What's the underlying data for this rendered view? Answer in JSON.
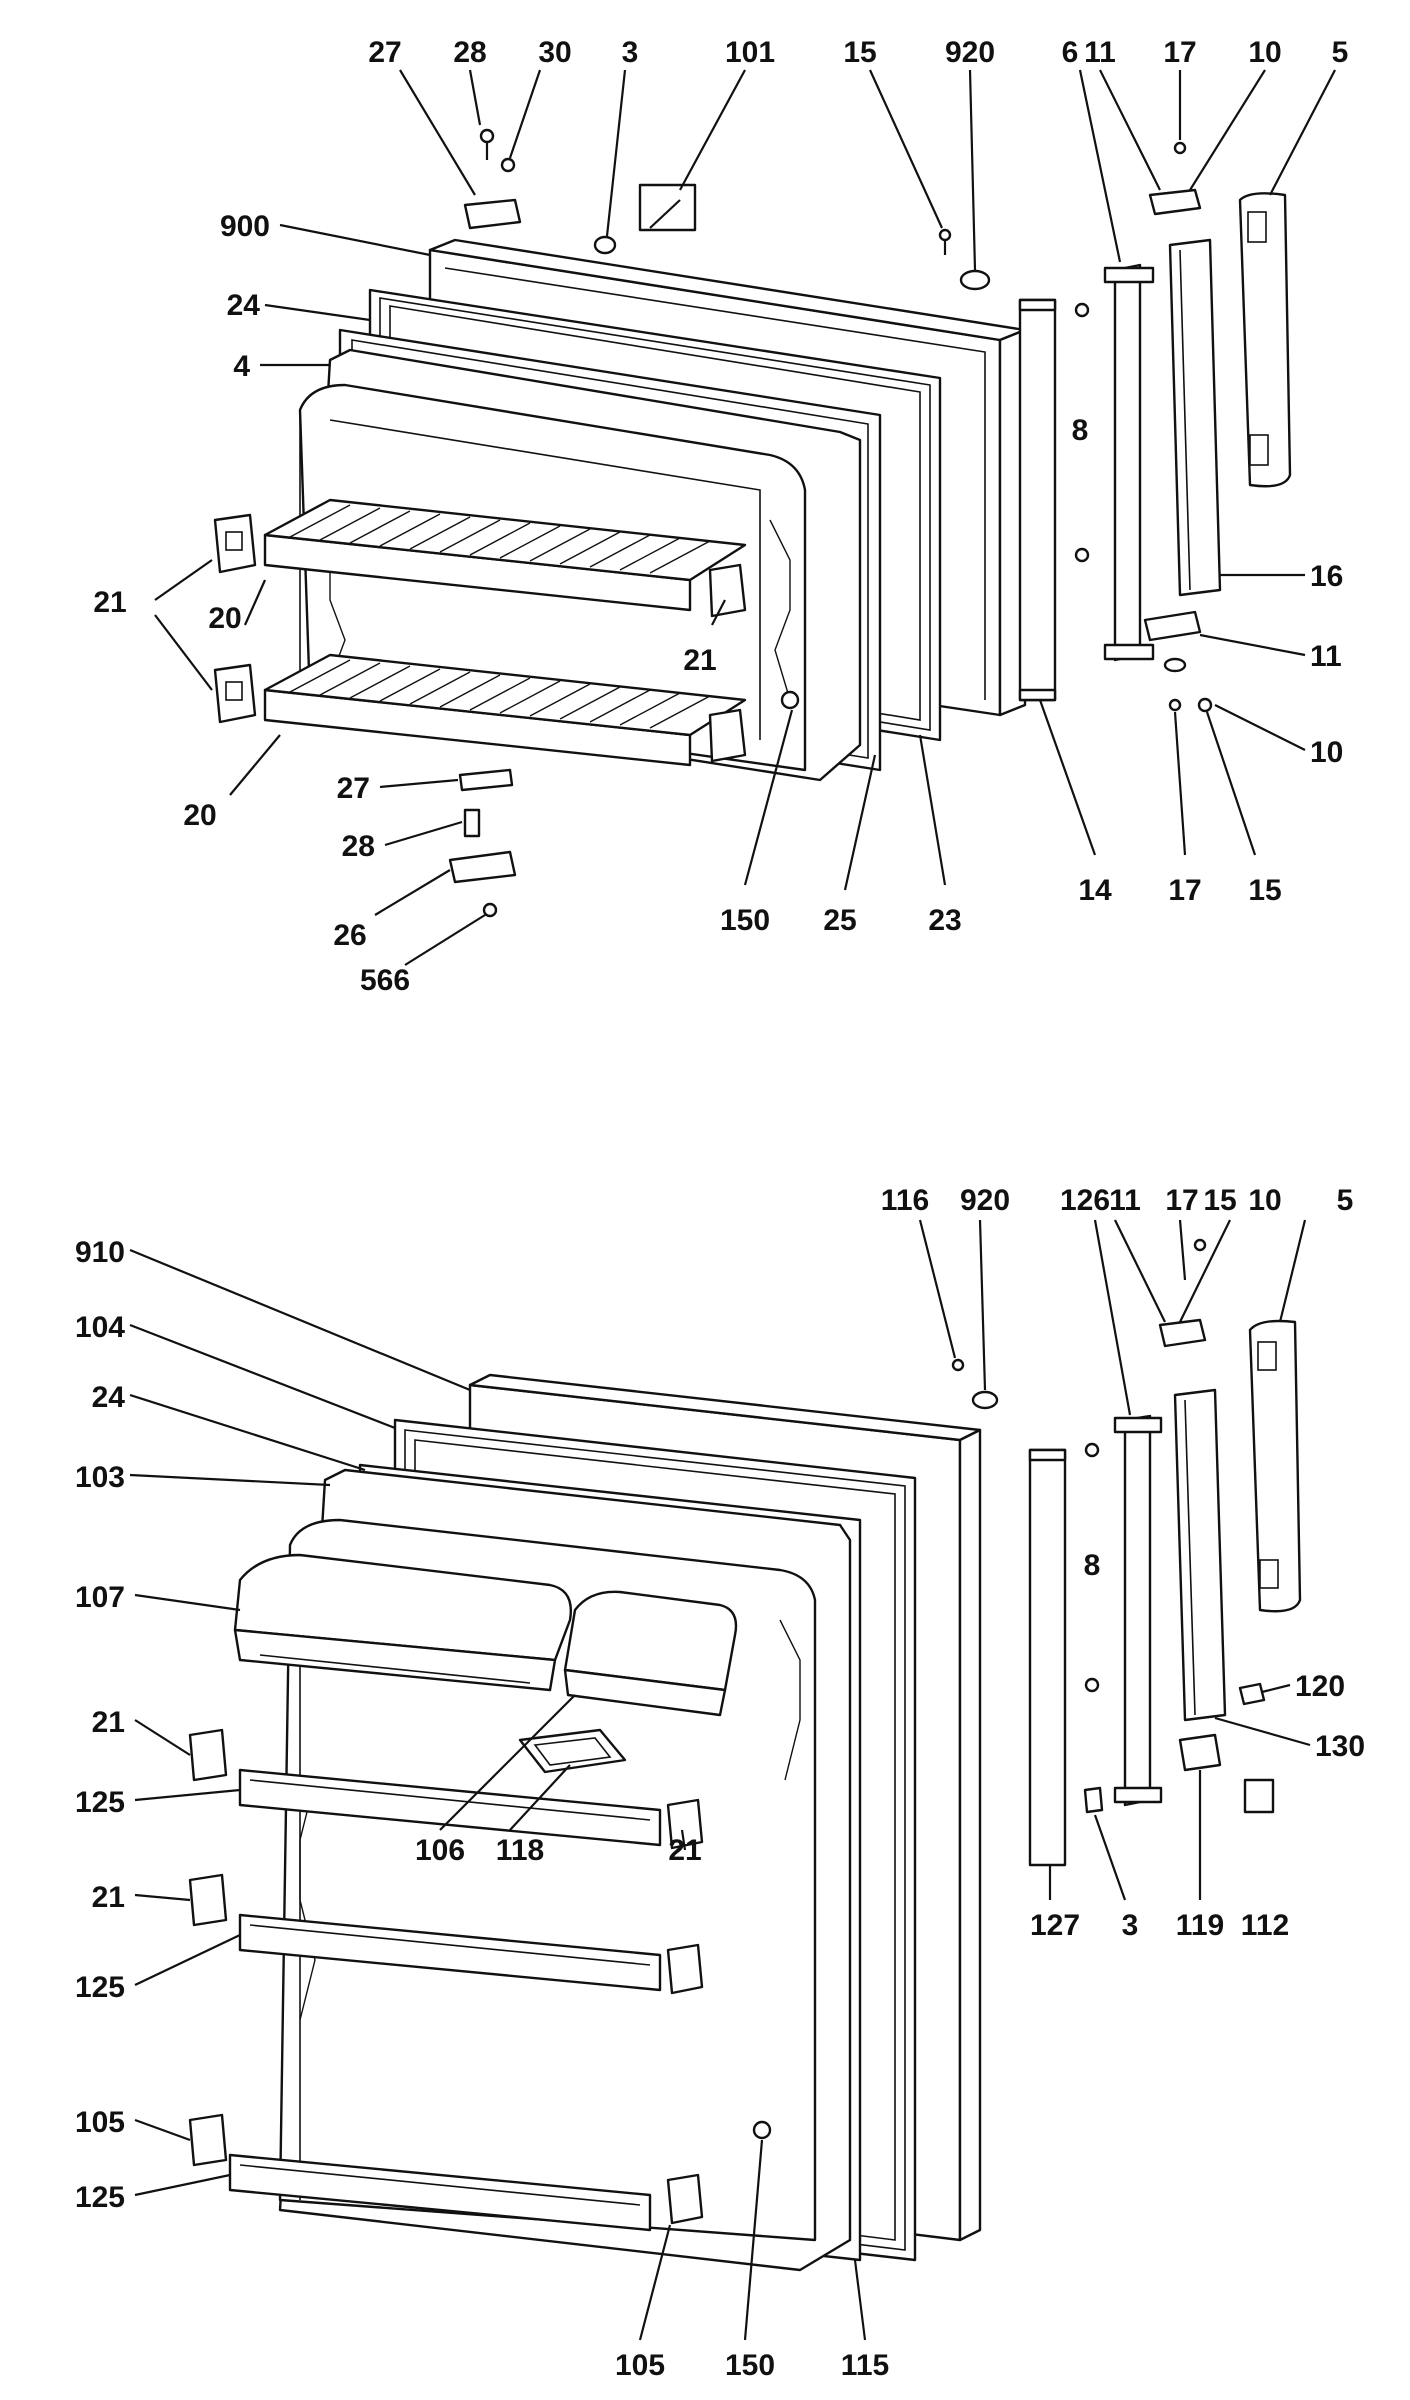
{
  "diagram": {
    "top_labels": [
      "27",
      "28",
      "30",
      "3",
      "101",
      "15",
      "920",
      "6",
      "11",
      "17",
      "10",
      "5",
      "900",
      "24",
      "4",
      "8",
      "16",
      "11",
      "10",
      "21",
      "20",
      "21",
      "20",
      "27",
      "28",
      "26",
      "566",
      "150",
      "25",
      "23",
      "14",
      "17",
      "15"
    ],
    "bottom_labels": [
      "116",
      "920",
      "126",
      "11",
      "17",
      "15",
      "10",
      "5",
      "910",
      "104",
      "24",
      "103",
      "107",
      "8",
      "120",
      "130",
      "21",
      "125",
      "106",
      "118",
      "21",
      "21",
      "127",
      "3",
      "119",
      "112",
      "125",
      "105",
      "125",
      "105",
      "150",
      "115"
    ]
  }
}
